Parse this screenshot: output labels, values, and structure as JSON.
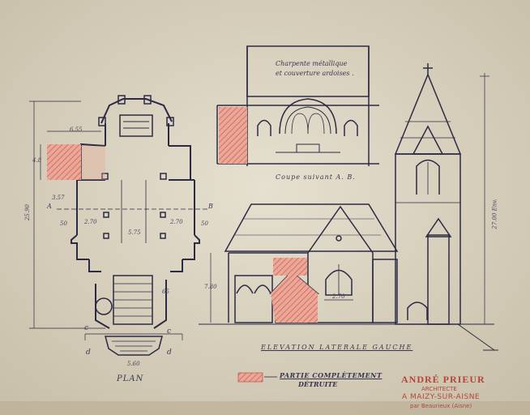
{
  "plan": {
    "title": "PLAN",
    "dims": {
      "width_top": "6.55",
      "left_small": "3.57",
      "left_mid": "4.8",
      "overall_height": "25.90",
      "nave_left": "2.70",
      "nave_right": "2.70",
      "nave_center": "5.75",
      "aisle_left": "50",
      "aisle_right": "50",
      "bottom_width": "5.60",
      "porch": "65"
    },
    "markers": {
      "a": "A",
      "b": "B",
      "c_left": "c",
      "c_right": "c",
      "d_left": "d",
      "d_right": "d"
    }
  },
  "section": {
    "note_line1": "Charpente métallique",
    "note_line2": "et couverture ardoises .",
    "caption": "Coupe suivant A. B."
  },
  "elevation": {
    "caption": "ELEVATION LATERALE GAUCHE",
    "height_label": "27.00 Env.",
    "left_height": "7.80",
    "window_dim": "2.70"
  },
  "legend": {
    "text_line1": "PARTIE COMPLÈTEMENT",
    "text_line2": "DÉTRUITE",
    "color": "#e06a55"
  },
  "architect": {
    "name": "ANDRÉ PRIEUR",
    "role": "ARCHITECTE",
    "city": "A MAIZY-SUR-AISNE",
    "region": "par Beaurieux (Aisne)"
  }
}
